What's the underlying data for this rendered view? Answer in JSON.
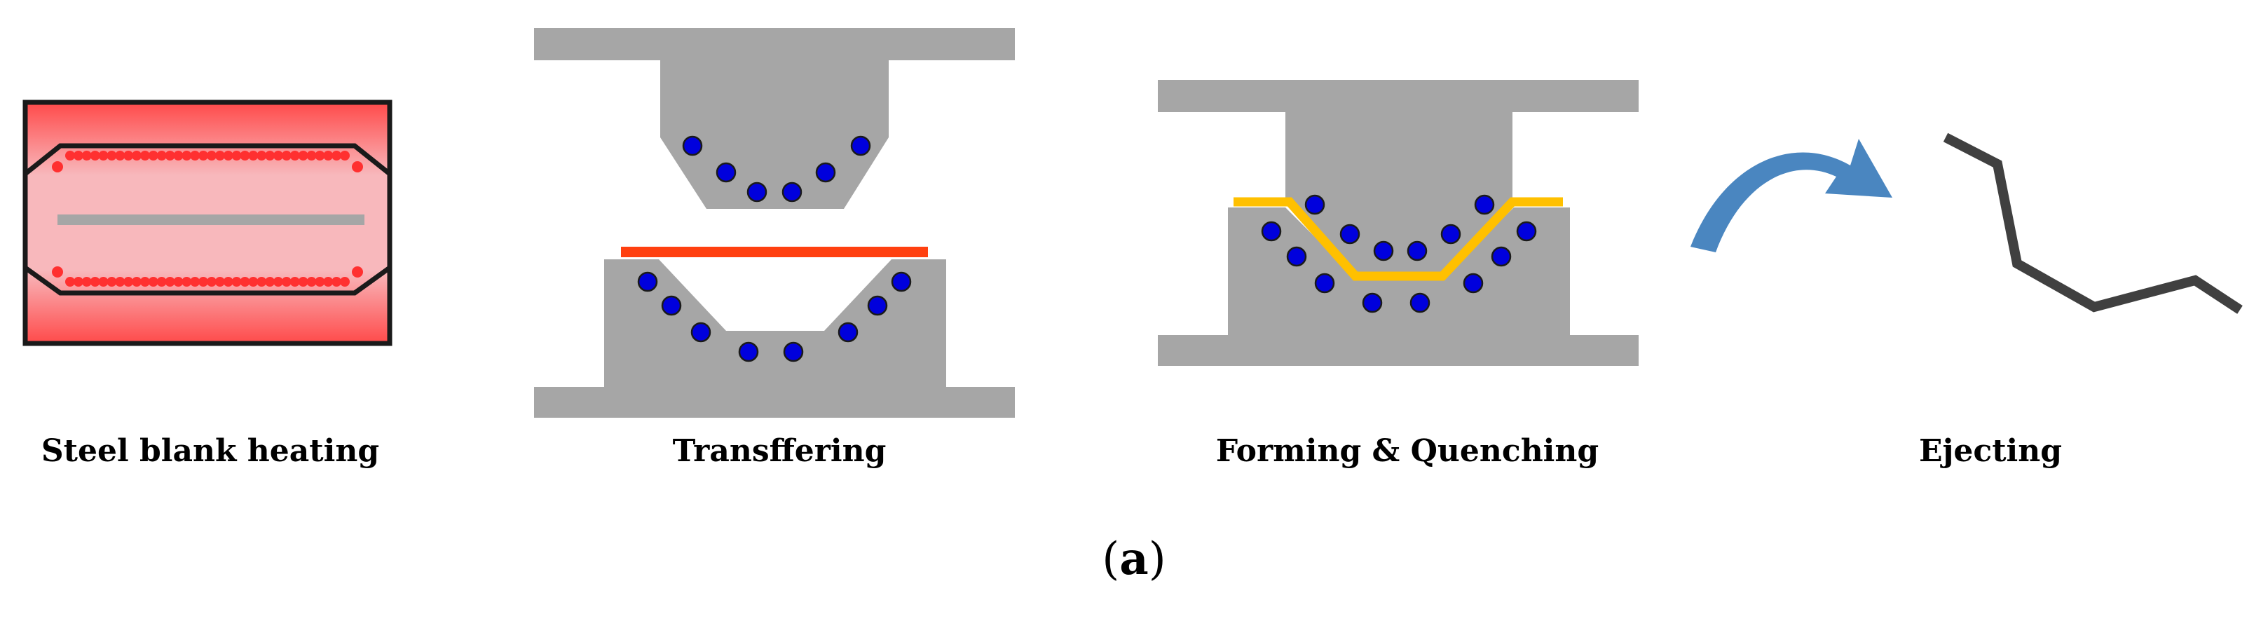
{
  "steps": [
    {
      "id": "heating",
      "caption": "Steel blank heating"
    },
    {
      "id": "transfer",
      "caption": "Transffering"
    },
    {
      "id": "forming",
      "caption": "Forming & Quenching"
    },
    {
      "id": "ejecting",
      "caption": "Ejecting"
    }
  ],
  "figure": {
    "open": "(",
    "letter": "a",
    "close": ")"
  },
  "colors": {
    "die_gray": "#a6a6a6",
    "cooling_channel": "#0000dd",
    "hot_blank": "#ff4010",
    "quenched_blank": "#ffc000",
    "furnace_fill": "#f8b8bc",
    "furnace_heater": "#ff3030",
    "arrow_blue": "#4a86c0",
    "part_dark": "#404040"
  }
}
